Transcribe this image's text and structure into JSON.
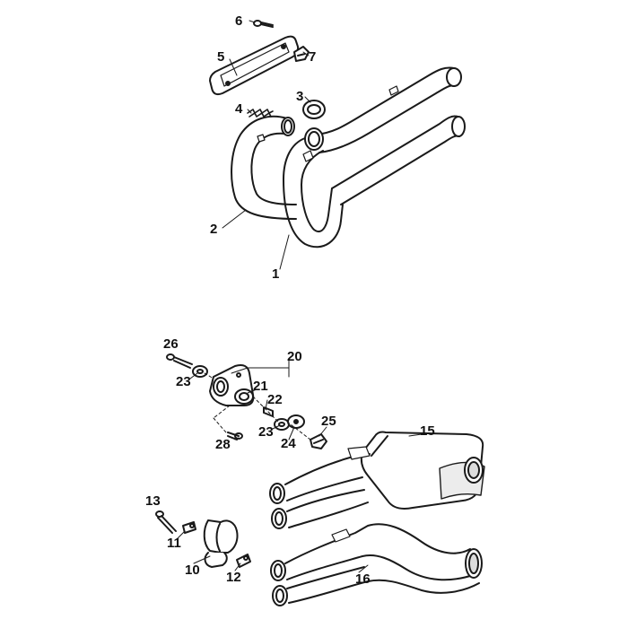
{
  "diagram": {
    "colors": {
      "line": "#1a1a1a",
      "fill": "#ffffff",
      "shade": "#d8d8d8",
      "dark": "#444444"
    },
    "callouts": {
      "c1": "1",
      "c2": "2",
      "c3": "3",
      "c4": "4",
      "c5": "5",
      "c6": "6",
      "c7": "7",
      "c10": "10",
      "c11": "11",
      "c12": "12",
      "c13": "13",
      "c15": "15",
      "c16": "16",
      "c20": "20",
      "c21": "21",
      "c22": "22",
      "c23a": "23",
      "c23b": "23",
      "c24": "24",
      "c25": "25",
      "c26": "26",
      "c28": "28"
    }
  }
}
